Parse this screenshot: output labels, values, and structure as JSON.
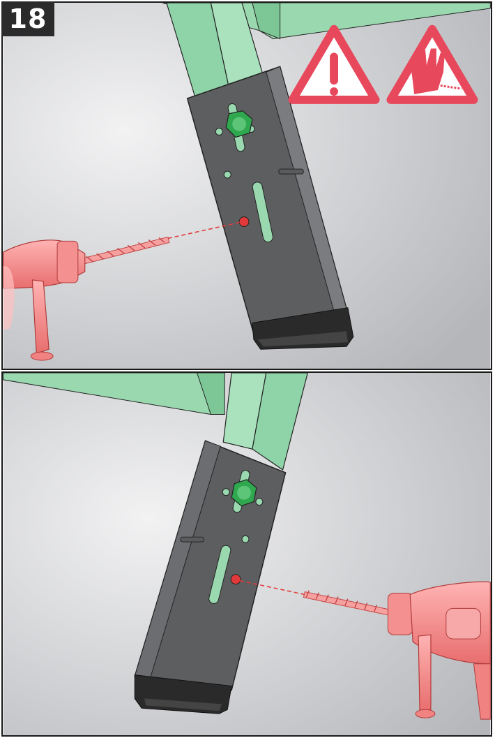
{
  "step": {
    "number": "18"
  },
  "warnings": [
    {
      "icon": "caution-exclamation-icon",
      "color": "#e8485c"
    },
    {
      "icon": "hand-protection-drill-icon",
      "color": "#e8485c"
    }
  ],
  "colors": {
    "frame_green": "#8fd4a8",
    "bracket_gray": "#5d5e60",
    "bolt_green": "#2fa84f",
    "drill_red": "#f28a8a",
    "guide_line_red": "#e23a3a",
    "foot_black": "#2a2a2a"
  },
  "panels": [
    {
      "name": "top-panel",
      "drill_side": "left"
    },
    {
      "name": "bottom-panel",
      "drill_side": "right"
    }
  ]
}
